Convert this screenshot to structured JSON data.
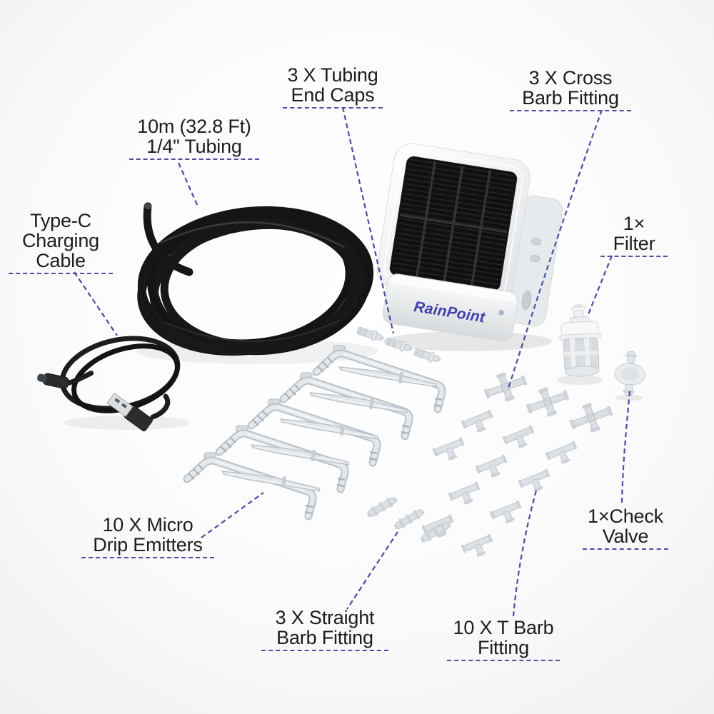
{
  "brand": {
    "name": "RainPoint",
    "registered_mark": "®"
  },
  "callouts": [
    {
      "id": "tubing-end-caps",
      "lines": [
        "3 X Tubing",
        "End Caps"
      ]
    },
    {
      "id": "cross-barb-fitting",
      "lines": [
        "3 X Cross",
        "Barb Fitting"
      ]
    },
    {
      "id": "quarter-inch-tubing",
      "lines": [
        "10m (32.8 Ft)",
        "1/4\" Tubing"
      ]
    },
    {
      "id": "type-c-charging-cable",
      "lines": [
        "Type-C",
        "Charging",
        "Cable"
      ]
    },
    {
      "id": "filter",
      "lines": [
        "1×",
        "Filter"
      ]
    },
    {
      "id": "micro-drip-emitters",
      "lines": [
        "10 X Micro",
        "Drip Emitters"
      ]
    },
    {
      "id": "check-valve",
      "lines": [
        "1×Check",
        "Valve"
      ]
    },
    {
      "id": "straight-barb-fitting",
      "lines": [
        "3 X Straight",
        "Barb Fitting"
      ]
    },
    {
      "id": "t-barb-fitting",
      "lines": [
        "10 X T Barb",
        "Fitting"
      ]
    }
  ],
  "colors": {
    "callout_leader": "#4c4ca2",
    "label_text": "#1d1d1f",
    "brand_logo": "#3f3fae",
    "tubing_black": "#161616",
    "part_gray": "#dde1e5",
    "background": "#fafafb"
  }
}
